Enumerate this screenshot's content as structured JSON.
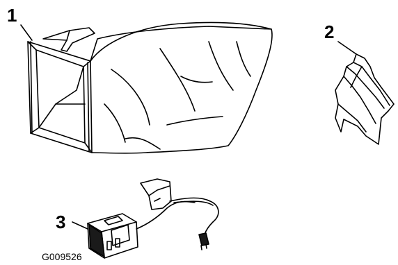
{
  "callouts": {
    "one": "1",
    "two": "2",
    "three": "3"
  },
  "figure_code": "G009526",
  "colors": {
    "line": "#000000",
    "background": "#ffffff",
    "dark_part": "#1a1a1a"
  },
  "icons": [
    "grass-bag",
    "mulch-plug",
    "battery-charger"
  ]
}
